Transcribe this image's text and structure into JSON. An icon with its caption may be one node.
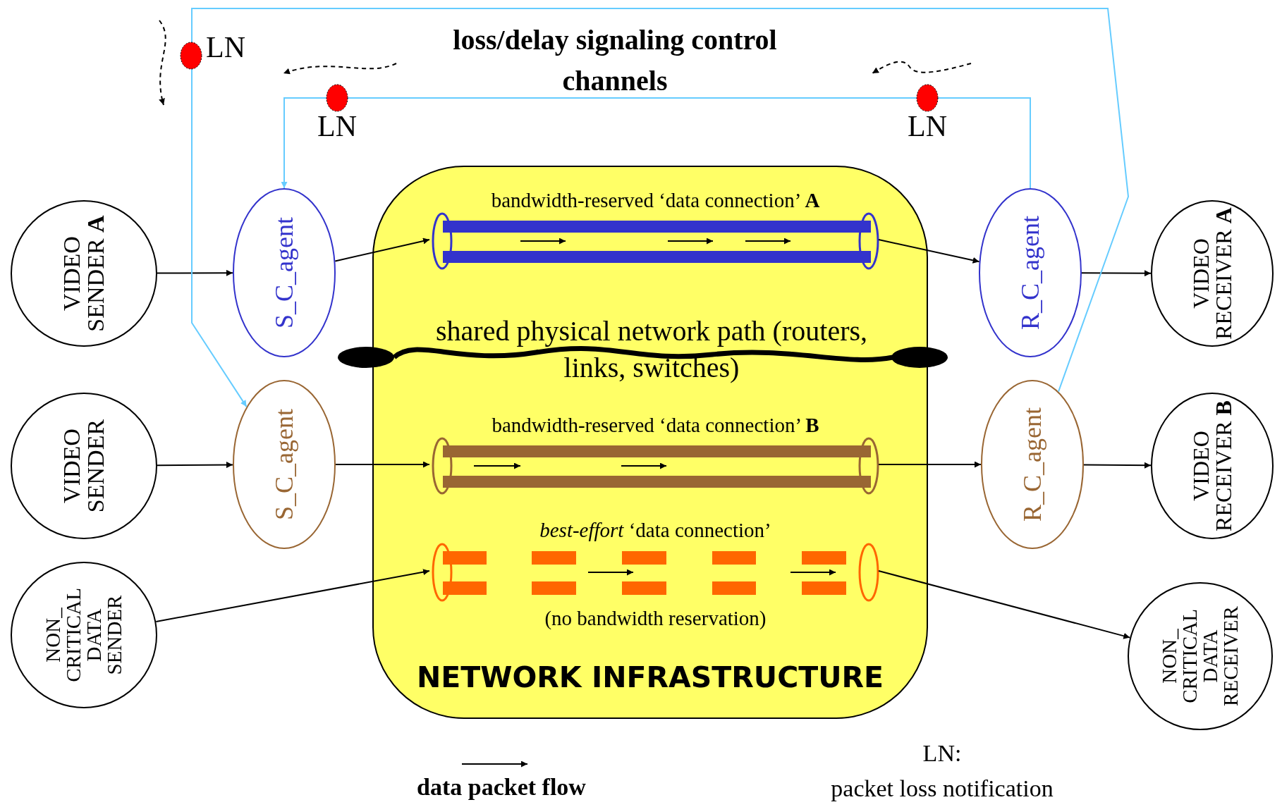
{
  "diagram": {
    "nodes": [
      {
        "text": [
          "NETWORK INFRASTRUCTURE"
        ]
      },
      {
        "text": [
          "bandwidth-reserved ‘data connection’ **A**"
        ],
        "in": 0
      },
      {
        "text": [
          "shared physical network path (routers, links, switches)"
        ],
        "in": 0
      },
      {
        "text": [
          "bandwidth-reserved ‘data connection’ **B**"
        ],
        "in": 0
      },
      {
        "text": [
          "*best-effort* ‘data connection’",
          "(no bandwidth reservation)"
        ],
        "in": 0
      },
      {
        "text": [
          "VIDEO SENDER **A**"
        ]
      },
      {
        "text": [
          "S_C_agent"
        ]
      },
      {
        "text": [
          "R_C_agent"
        ]
      },
      {
        "text": [
          "VIDEO RECEIVER **A**"
        ]
      },
      {
        "text": [
          "VIDEO SENDER"
        ]
      },
      {
        "text": [
          "S_C_agent"
        ]
      },
      {
        "text": [
          "R_C_agent"
        ]
      },
      {
        "text": [
          "VIDEO RECEIVER **B**"
        ]
      },
      {
        "text": [
          "NON_ CRITICAL DATA SENDER"
        ]
      },
      {
        "text": [
          "NON_ CRITICAL DATA RECEIVER"
        ]
      }
    ],
    "edges": [
      {
        "from": 5,
        "to": 6,
        "arrow": "to"
      },
      {
        "from": 6,
        "to": 1,
        "arrow": "to"
      },
      {
        "from": 1,
        "to": 7,
        "arrow": "to"
      },
      {
        "from": 7,
        "to": 8,
        "arrow": "to"
      },
      {
        "from": 9,
        "to": 10,
        "arrow": "to"
      },
      {
        "from": 10,
        "to": 3,
        "arrow": "to"
      },
      {
        "from": 3,
        "to": 11,
        "arrow": "to"
      },
      {
        "from": 11,
        "to": 12,
        "arrow": "to"
      },
      {
        "from": 13,
        "to": 4,
        "arrow": "to"
      },
      {
        "from": 4,
        "to": 14,
        "arrow": "to"
      },
      {
        "from": 7,
        "to": 6,
        "arrow": "to",
        "color": "#66ccff"
      },
      {
        "from": 11,
        "to": 10,
        "arrow": "to",
        "color": "#66ccff"
      }
    ],
    "labels": [
      "loss/delay signaling control channels",
      "LN",
      "LN",
      "LN",
      "LN:",
      "packet loss notification"
    ],
    "legend": [
      {
        "text": "data packet flow"
      }
    ]
  }
}
